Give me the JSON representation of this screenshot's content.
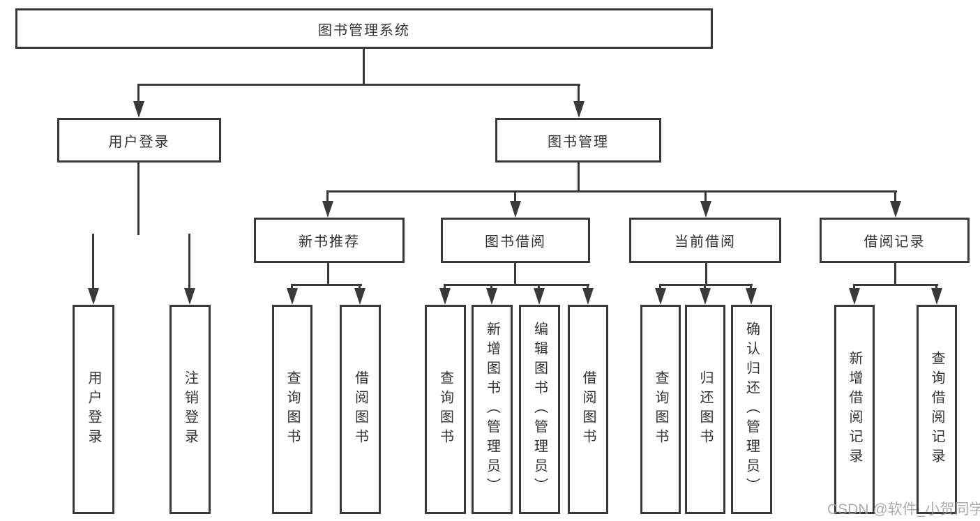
{
  "diagram": {
    "root": {
      "label": "图书管理系统"
    },
    "level2": [
      {
        "label": "用户登录"
      },
      {
        "label": "图书管理"
      }
    ],
    "level3": [
      {
        "label": "新书推荐"
      },
      {
        "label": "图书借阅"
      },
      {
        "label": "当前借阅"
      },
      {
        "label": "借阅记录"
      }
    ],
    "leaves": [
      {
        "label": "用户登录"
      },
      {
        "label": "注销登录"
      },
      {
        "label": "查询图书"
      },
      {
        "label": "借阅图书"
      },
      {
        "label": "查询图书"
      },
      {
        "label": "新增图书（管理员）"
      },
      {
        "label": "编辑图书（管理员）"
      },
      {
        "label": "借阅图书"
      },
      {
        "label": "查询图书"
      },
      {
        "label": "归还图书"
      },
      {
        "label": "确认归还（管理员）"
      },
      {
        "label": "新增借阅记录"
      },
      {
        "label": "查询借阅记录"
      }
    ]
  },
  "watermark": {
    "text": "CSDN @软件_小贺同学"
  },
  "colors": {
    "line": "#39393b",
    "text": "#333333",
    "watermark": "#9e9e9e",
    "background": "#ffffff"
  }
}
